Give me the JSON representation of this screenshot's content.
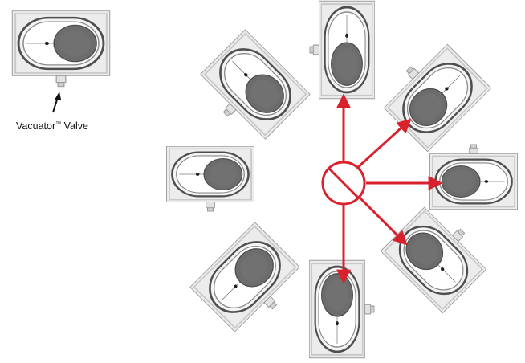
{
  "callout": {
    "name": "Vacuator",
    "trademark": "™",
    "suffix": " Valve"
  },
  "colors": {
    "arrow": "#d9212e",
    "housing_outer": "#e9e9e9",
    "housing_border": "#555555",
    "track": "#8a8a8a",
    "filter": "#6b6b6b",
    "shadow": "#bdbdbd",
    "label": "#111111"
  },
  "icons": {
    "forbidden": "prohibited-circle-icon",
    "pointer": "pointer-arrow-icon",
    "arrows": "red-arrow-icon",
    "cleaner": "air-cleaner-icon"
  },
  "orientations": {
    "reference": 0,
    "allowed": [
      0,
      45,
      90,
      135,
      180
    ],
    "not_allowed": [
      225,
      270,
      315
    ]
  }
}
